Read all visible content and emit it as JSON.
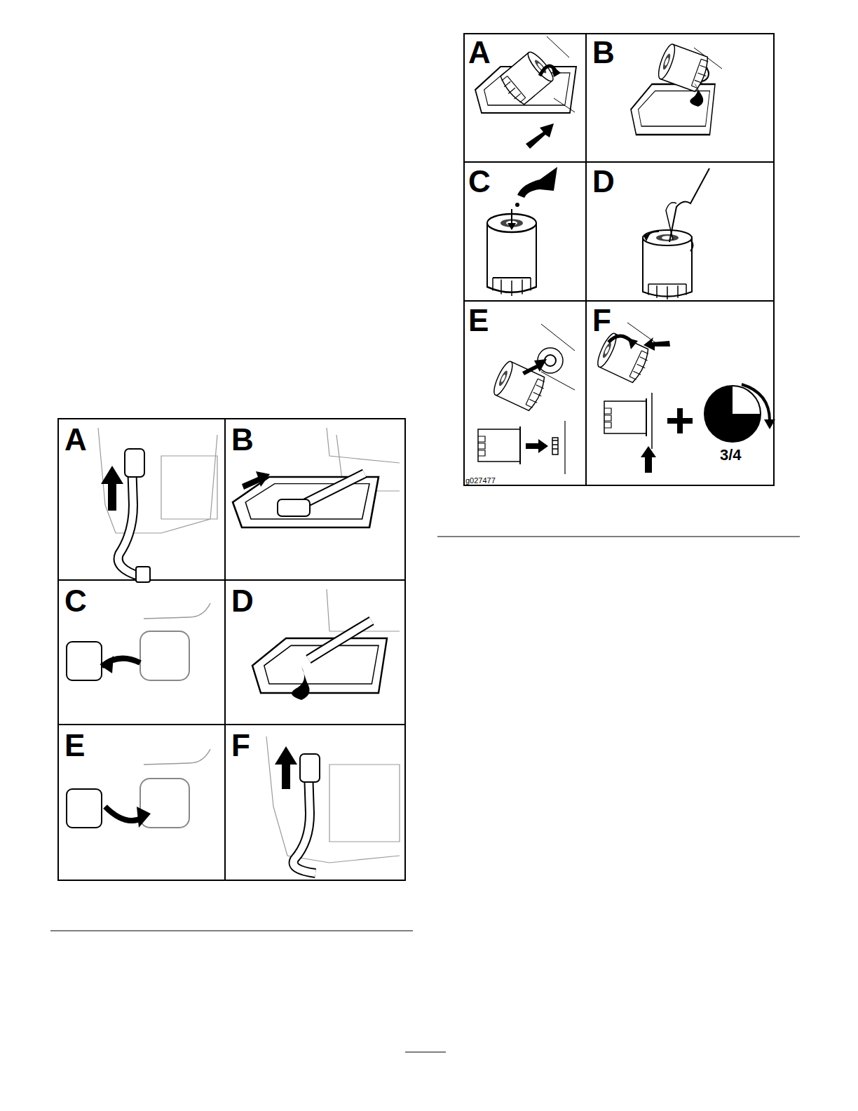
{
  "diagram": {
    "labels": [
      "A",
      "B",
      "C",
      "D",
      "E",
      "F",
      "g027477",
      "3/4",
      "A",
      "B",
      "C",
      "D",
      "E",
      "F"
    ]
  }
}
